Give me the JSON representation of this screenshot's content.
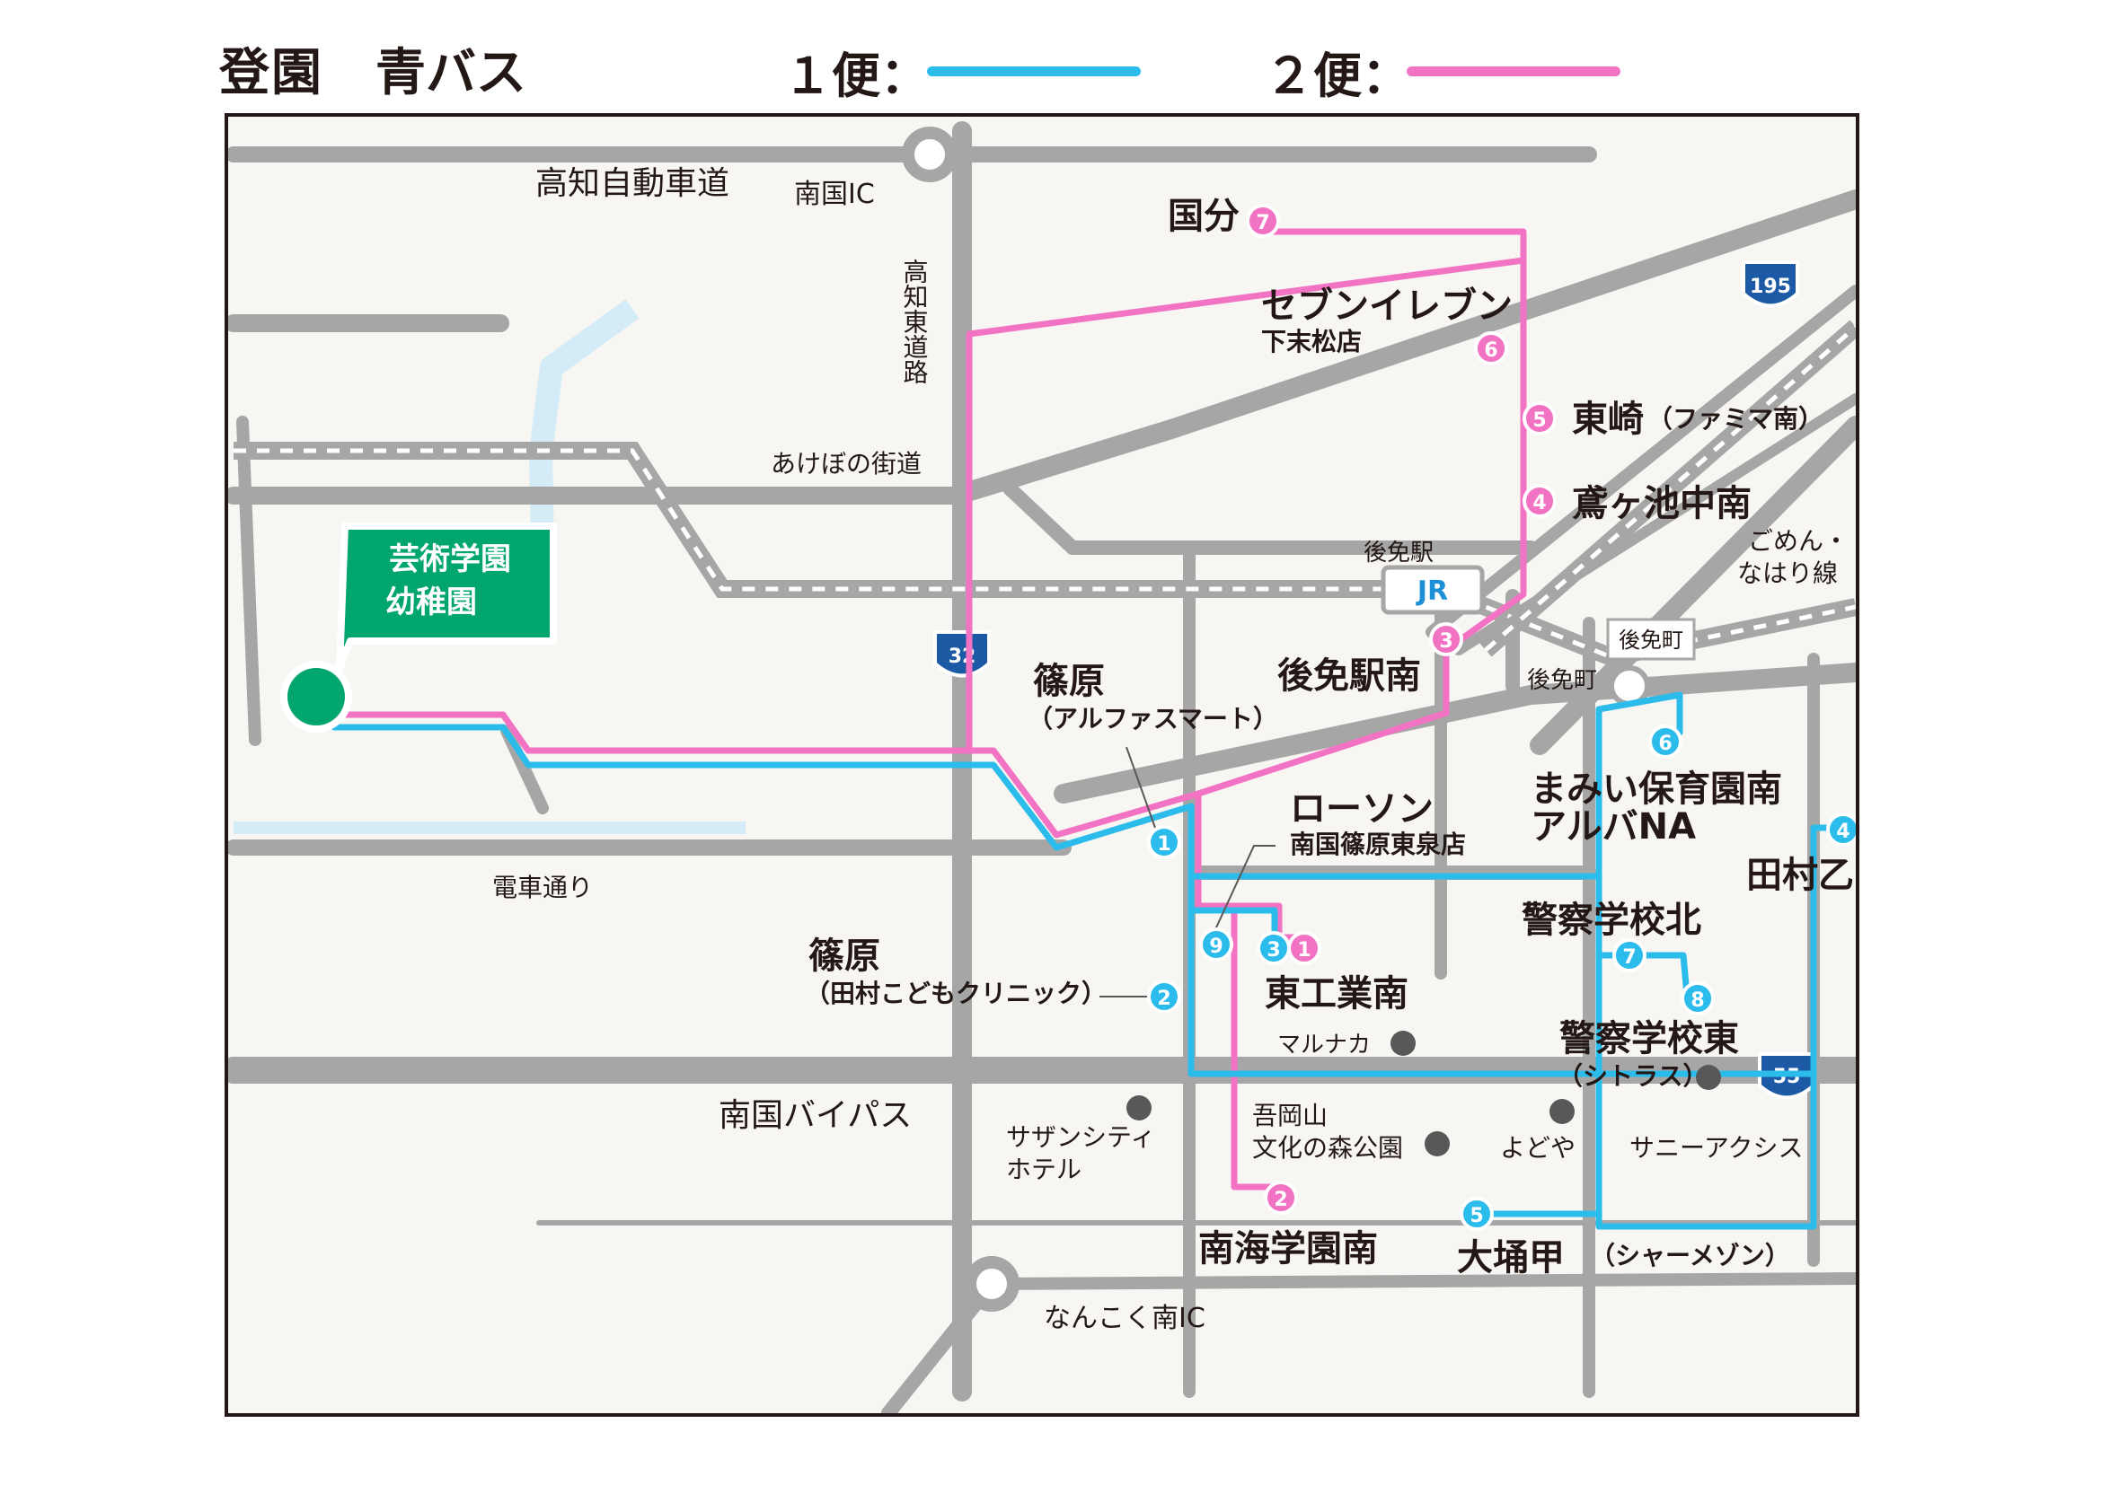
{
  "header": {
    "title": "登園",
    "subtitle": "青バス",
    "legend": [
      {
        "label": "１便：",
        "color": "#2bbcec"
      },
      {
        "label": "２便：",
        "color": "#f272c4"
      }
    ]
  },
  "colors": {
    "route1": "#2bbcec",
    "route2": "#f272c4",
    "road": "#a6a6a6",
    "school": "#00a66b",
    "water": "#d4ebf8",
    "background": "#f7f6f2"
  },
  "school": {
    "line1": "芸術学園",
    "line2": "幼稚園"
  },
  "roads": {
    "expressway": "高知自動車道",
    "nankoku_ic": "南国IC",
    "kochi_east": "高知東道路",
    "akebono": "あけぼの街道",
    "densha": "電車通り",
    "bypass": "南国バイパス",
    "nankoku_minami_ic": "なんこく南IC",
    "gomen_line_1": "ごめん・",
    "gomen_line_2": "なはり線",
    "gomen_station": "後免駅",
    "gomenmachi_box": "後免町",
    "gomenmachi": "後免町",
    "route32": "32",
    "route195": "195",
    "route55": "55",
    "jr": "JR"
  },
  "stops_route2": [
    {
      "num": "1",
      "name": "東工業南",
      "sub": ""
    },
    {
      "num": "2",
      "name": "南海学園南",
      "sub": ""
    },
    {
      "num": "3",
      "name": "後免駅南",
      "sub": ""
    },
    {
      "num": "4",
      "name": "鳶ヶ池中南",
      "sub": ""
    },
    {
      "num": "5",
      "name": "東崎",
      "sub": "（ファミマ南）"
    },
    {
      "num": "6",
      "name": "セブンイレブン",
      "sub": "下末松店"
    },
    {
      "num": "7",
      "name": "国分",
      "sub": ""
    }
  ],
  "stops_route1": [
    {
      "num": "1",
      "name": "篠原",
      "sub": "（アルファスマート）"
    },
    {
      "num": "2",
      "name": "篠原",
      "sub": "（田村こどもクリニック）"
    },
    {
      "num": "3",
      "name": "東工業南",
      "sub": ""
    },
    {
      "num": "4",
      "name": "田村乙",
      "sub": ""
    },
    {
      "num": "5",
      "name": "大埇甲",
      "sub": "（シャーメゾン）"
    },
    {
      "num": "6",
      "name": "まみい保育園南",
      "sub": "アルバNA"
    },
    {
      "num": "7",
      "name": "警察学校北",
      "sub": ""
    },
    {
      "num": "8",
      "name": "警察学校東",
      "sub": "（シトラス）"
    },
    {
      "num": "9",
      "name": "ローソン",
      "sub": "南国篠原東泉店"
    }
  ],
  "landmarks": {
    "marunaka": "マルナカ",
    "southern_city_1": "サザンシティ",
    "southern_city_2": "ホテル",
    "agaoka_1": "吾岡山",
    "agaoka_2": "文化の森公園",
    "yodoya": "よどや",
    "sunny_axis": "サニーアクシス"
  }
}
